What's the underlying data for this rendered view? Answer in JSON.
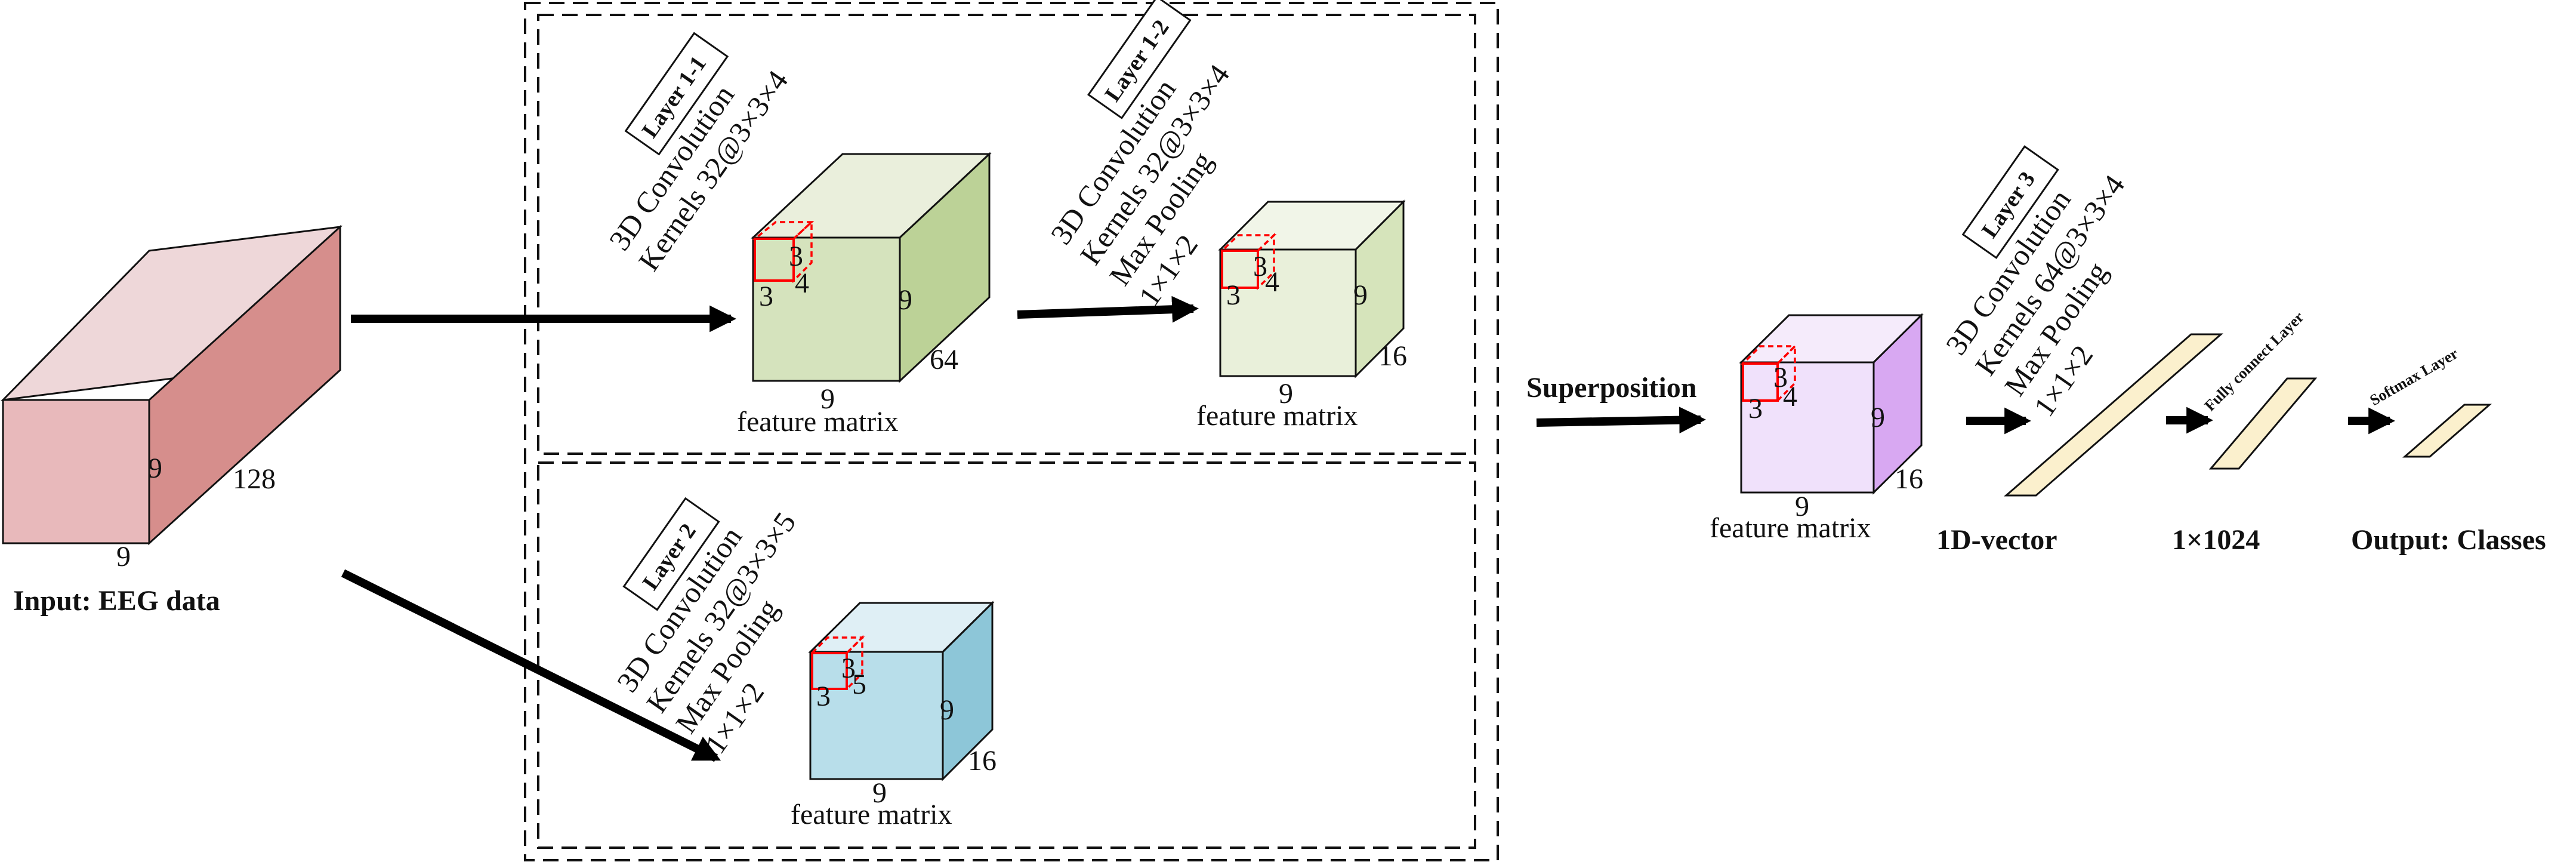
{
  "input": {
    "label": "Input: EEG data",
    "dims": {
      "height": "9",
      "depth": "128",
      "width": "9"
    }
  },
  "layer1_1": {
    "tag": "Layer 1-1",
    "lines": [
      "3D Convolution",
      "Kernels 32@3×3×4"
    ],
    "cube": {
      "height": "9",
      "depth": "64",
      "width": "9",
      "k_w": "3",
      "k_h": "3",
      "k_d": "4"
    },
    "caption": "feature matrix"
  },
  "layer1_2": {
    "tag": "Layer 1-2",
    "lines": [
      "3D Convolution",
      "Kernels 32@3×3×4",
      "Max Pooling",
      "1×1×2"
    ],
    "cube": {
      "height": "9",
      "depth": "16",
      "width": "9",
      "k_w": "3",
      "k_h": "3",
      "k_d": "4"
    },
    "caption": "feature matrix"
  },
  "layer2": {
    "tag": "Layer 2",
    "lines": [
      "3D Convolution",
      "Kernels 32@3×3×5",
      "Max Pooling",
      "1×1×2"
    ],
    "cube": {
      "height": "9",
      "depth": "16",
      "width": "9",
      "k_w": "3",
      "k_h": "3",
      "k_d": "5"
    },
    "caption": "feature matrix"
  },
  "superposition": {
    "label": "Superposition"
  },
  "layer3": {
    "tag": "Layer 3",
    "lines": [
      "3D Convolution",
      "Kernels 64@3×3×4",
      "Max Pooling",
      "1×1×2"
    ],
    "cube": {
      "height": "9",
      "depth": "16",
      "width": "9",
      "k_w": "3",
      "k_h": "3",
      "k_d": "4"
    },
    "caption": "feature matrix"
  },
  "vector": {
    "label": "1D-vector"
  },
  "fc": {
    "title": "Fully connect Layer",
    "label": "1×1024"
  },
  "softmax": {
    "title": "Softmax Layer",
    "label": "Output: Classes"
  },
  "colors": {
    "input": [
      "#eed7d9",
      "#e8b9bb",
      "#d68e8c"
    ],
    "green": [
      "#eaefdc",
      "#d5e3bd",
      "#bcd297"
    ],
    "green_light": [
      "#f1f5e8",
      "#e9f0da",
      "#d6e4bb"
    ],
    "blue": [
      "#dfeff5",
      "#b8deea",
      "#8dc6d8"
    ],
    "purple": [
      "#f5ebfb",
      "#f0e1fb",
      "#d8a8f2"
    ],
    "vector": "#fbf0cd",
    "kernel": "#ff0000",
    "border": "#111111"
  }
}
